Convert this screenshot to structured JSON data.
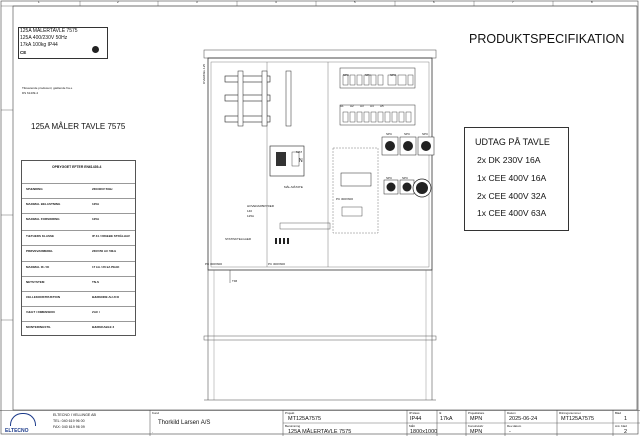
{
  "header": {
    "column_numbers": [
      "1",
      "2",
      "3",
      "4",
      "5",
      "6",
      "7",
      "8"
    ],
    "product_title": "125A MÅLERTAVLE 7575",
    "specs_line1": "125A  400/230V  50Hz",
    "specs_line2": "17kA    100kg    IP44",
    "ce_mark": "CE",
    "conformity_note_l1": "Tilsvarende producenl, gællende fra e",
    "conformity_note_l2": "DS 61439-4",
    "page_heading": "PRODUKTSPECIFIKATION",
    "side_title": "125A MÅLER TAVLE 7575"
  },
  "spec_table": {
    "title": "OPBYGGET EFTER EN61439-4",
    "rows": [
      {
        "key": "SPÆNDING",
        "value": "230/400V  50Hz"
      },
      {
        "key": "MAXIMAL BELASTNING",
        "value": "125A"
      },
      {
        "key": "MAXIMAL FORSIKRING",
        "value": "125A"
      },
      {
        "key": "TÆTHEDS KLASSE",
        "value": "IP 44 / DRÆBE STRÅLHAV"
      },
      {
        "key": "PRØVEVARMEDEL",
        "value": "230V/50 AC 50Hz"
      },
      {
        "key": "MAXIMAL IK / IK",
        "value": "17 kA / 26 kA PEAK"
      },
      {
        "key": "NETSYSTEM",
        "value": "TN-S"
      },
      {
        "key": "CELLEKONSTRUKTION",
        "value": "BÆRENDE ALUCO"
      },
      {
        "key": "VÆGT / DIMENSION",
        "value": "ZAC /"
      },
      {
        "key": "MONTERINGSTIL",
        "value": "BÆREKABLE 3"
      }
    ]
  },
  "drawing_labels": {
    "overdel": "OVERDEL 125",
    "spc_top_left": "SPC",
    "spc_top_mid": "SPC",
    "spc_top_right": "SPC",
    "spc_mid_a": "SPC",
    "spc_mid_b": "SPC",
    "spc_mid_c": "SPC",
    "spc_low_a": "SPC",
    "spc_low_b": "SPC",
    "meter_label": "MAT",
    "meter_sub": "MÅL-MÅTATE",
    "breaker_text_l1": "HOVEDAFBRYDER",
    "breaker_text_l2": "140",
    "breaker_text_l3": "125A",
    "stamp_left": "STATISKTELGAER",
    "pc_left": "PC 300X600",
    "pc_mid": "PC 300X600",
    "pc_right": "PC 300X600",
    "neutral": "N",
    "under": "TIM",
    "fuse_labels": [
      "A1",
      "A2",
      "A3",
      "A4",
      "A5"
    ]
  },
  "outlets": {
    "heading": "UDTAG PÅ TAVLE",
    "items": [
      "2x DK 230V 16A",
      "1x CEE 400V 16A",
      "2x CEE 400V 32A",
      "1x CEE 400V 63A"
    ]
  },
  "title_block": {
    "company": "ELTECNO I VELLINGE AB",
    "tel": "TEL: 040 619 96 00",
    "fax": "FAX: 040 619 96 09",
    "logo": "ELTECNO",
    "kund_label": "Kund",
    "kund_value": "Thorkild Larsen A/S",
    "projekt_label": "Projekt",
    "projekt_value": "MT125A7575",
    "benamning_label": "Benämning",
    "benamning_value": "125A MÅLERTAVLE 7575",
    "ip_label": "IP klass",
    "ip_value": "IP44",
    "ik_label": "Ik",
    "ik_value": "17kA",
    "mattal_label": "Mått",
    "mattal_value": "1800x1000",
    "ritad_label": "Projektärare",
    "ritad_value": "MPN",
    "konstr_label": "Konstruktör",
    "konstr_value": "MPN",
    "datum_label": "Datum",
    "datum_value": "2025-06-24",
    "rev_label": "Rev.datum",
    "rev_value": "-",
    "ritning_label": "Ritningsnummer",
    "ritning_value": "MT125A7575",
    "blad_label": "Blad",
    "blad_value": "1",
    "ant_label": "Ant. blad",
    "ant_value": "2",
    "kund_sub": "-"
  }
}
